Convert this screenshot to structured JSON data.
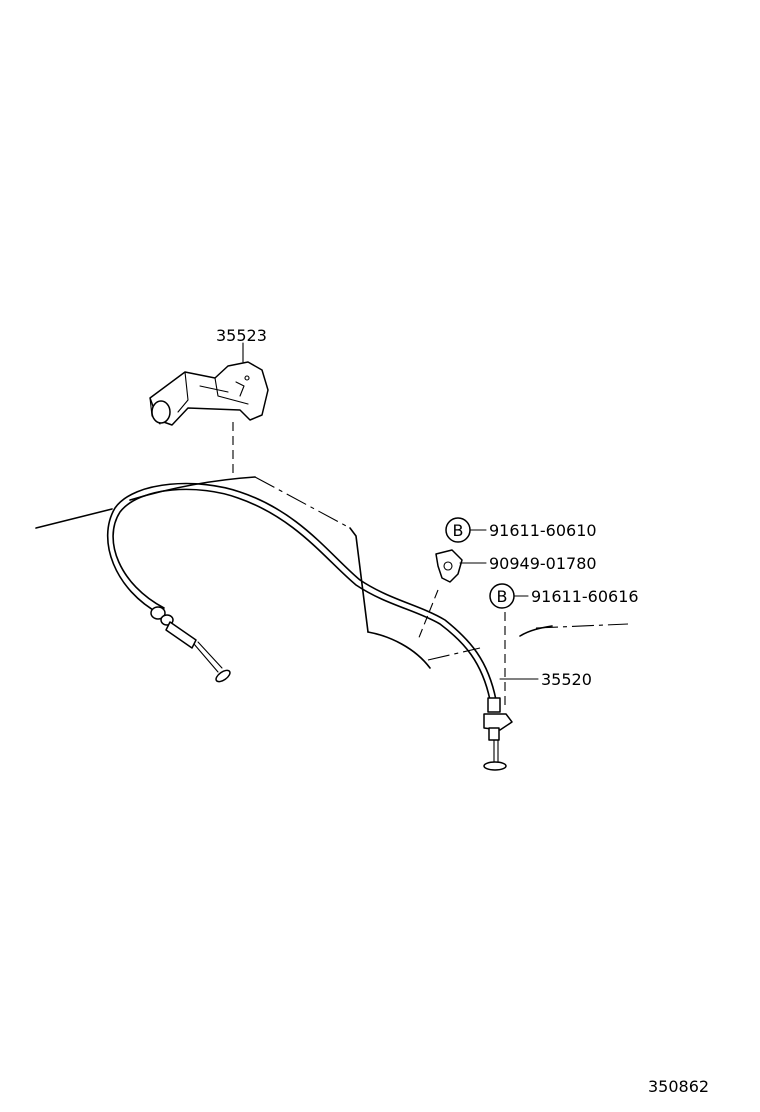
{
  "parts": {
    "bracket": "35523",
    "cable": "35520",
    "bolt_1": "91611-60610",
    "clamp": "90949-01780",
    "bolt_2": "91611-60616"
  },
  "bolt_marker": "B",
  "diagram_id": "350862"
}
